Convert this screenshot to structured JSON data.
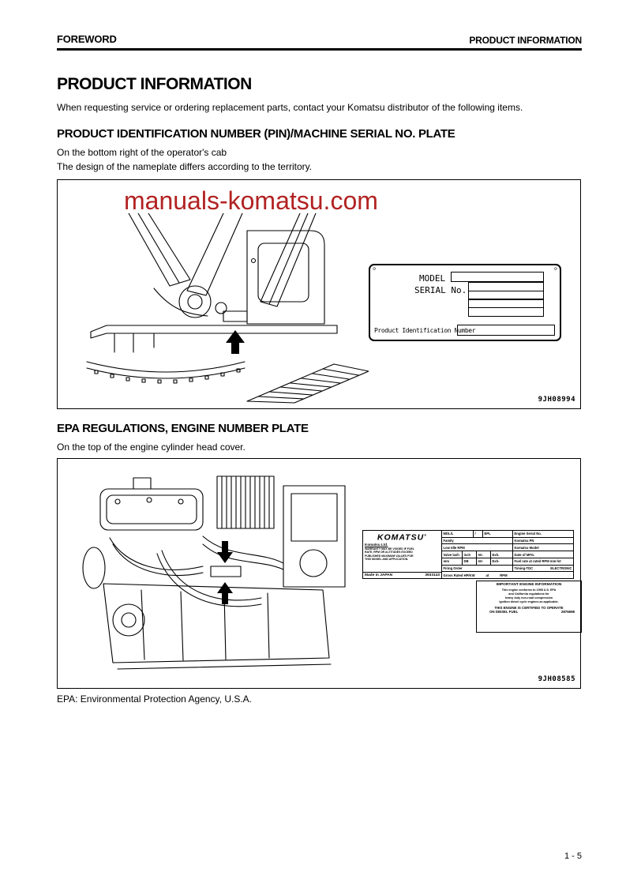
{
  "header": {
    "left": "FOREWORD",
    "right": "PRODUCT INFORMATION"
  },
  "title": "PRODUCT INFORMATION",
  "intro": "When requesting service or ordering replacement parts, contact your Komatsu distributor of the following items.",
  "section1": {
    "heading": "PRODUCT IDENTIFICATION NUMBER (PIN)/MACHINE SERIAL NO. PLATE",
    "subline1": "On the bottom right of the operator's cab",
    "subline2": "The design of the nameplate differs according to the territory.",
    "figure": {
      "watermark": "manuals-komatsu.com",
      "code": "9JH08994",
      "plate": {
        "screw_icon": "◇",
        "model_label": "MODEL",
        "serial_label": "SERIAL No.",
        "pin_label": "Product Identification Number"
      }
    }
  },
  "section2": {
    "heading": "EPA REGULATIONS, ENGINE NUMBER PLATE",
    "subline1": "On the top of the engine cylinder head cover.",
    "caption": "EPA: Environmental Protection Agency, U.S.A.",
    "figure": {
      "code": "9JH08585",
      "plate": {
        "brand": "KOMATSU",
        "brand_mark": "®",
        "company": "Komatsu Ltd.",
        "warning": [
          "WARRANTY MAY BE VOIDED IF FUEL",
          "RATE, RPM OR ALTITUDES EXCEED",
          "PUBLISHED MAXIMUM VALUES FOR",
          "THIS MODEL AND APPLICATION."
        ],
        "made_in": "Made in JAPAN",
        "part_no": "3933143",
        "rows": [
          [
            "MDL/L",
            "/",
            "EPL",
            "Engine Serial No."
          ],
          [
            "Family",
            "Komatsu PN"
          ],
          [
            "Low Idle RPM",
            "Komatsu Model"
          ],
          [
            "Valve lash",
            "inch",
            "Int.",
            "Exh.",
            "Date of MFG."
          ],
          [
            "mm",
            "DB",
            "Int-",
            "Exh-",
            "Fuel rate at rated RPM mm³/st"
          ],
          [
            "Firing Order",
            "Timing-TDC",
            "ELECTRONIC"
          ],
          [
            "Gross Rated HP/KW",
            "at",
            "RPM"
          ]
        ]
      },
      "info_box": {
        "title": "IMPORTANT ENGINE INFORMATION",
        "body": [
          "This engine conforms to 1998 U.S. EPA",
          "and California regulations for",
          "heavy duty non-road compression",
          "ignition diesel cycle engines as applicable."
        ],
        "cert_line1": "THIS ENGINE IS CERTIFIED TO OPERATE",
        "cert_line2": "ON DIESEL FUEL",
        "cert_number": "2876698"
      }
    }
  },
  "footer": {
    "page_number": "1 - 5"
  },
  "colors": {
    "watermark": "#b22222",
    "ink": "#000000",
    "paper": "#ffffff"
  }
}
